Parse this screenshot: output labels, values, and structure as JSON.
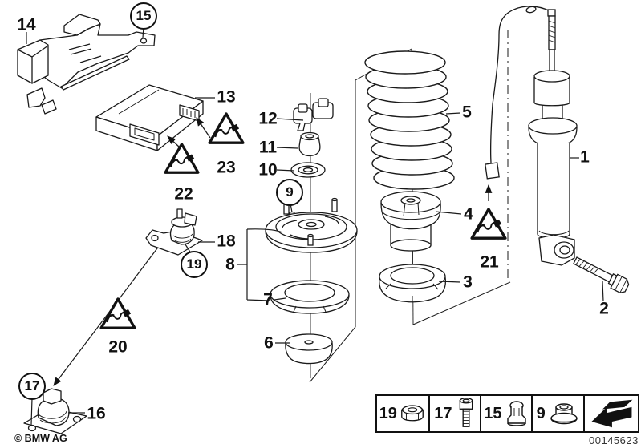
{
  "callouts": {
    "1": "1",
    "2": "2",
    "3": "3",
    "4": "4",
    "5": "5",
    "6": "6",
    "7": "7",
    "8": "8",
    "9": "9",
    "10": "10",
    "11": "11",
    "12": "12",
    "13": "13",
    "14": "14",
    "15": "15",
    "16": "16",
    "17": "17",
    "18": "18",
    "19": "19",
    "20": "20",
    "21": "21",
    "22": "22",
    "23": "23"
  },
  "legend": {
    "items": [
      {
        "number": "19",
        "icon": "hex-nut-icon"
      },
      {
        "number": "17",
        "icon": "socket-head-bolt-icon"
      },
      {
        "number": "15",
        "icon": "plastic-expansion-nut-icon"
      },
      {
        "number": "9",
        "icon": "flange-lock-nut-icon"
      }
    ],
    "nav_icon": "back-arrow-icon"
  },
  "footer": {
    "copyright": "© BMW AG",
    "document_number": "00145623"
  },
  "colors": {
    "line": "#1a1a1a",
    "background": "#ffffff"
  }
}
